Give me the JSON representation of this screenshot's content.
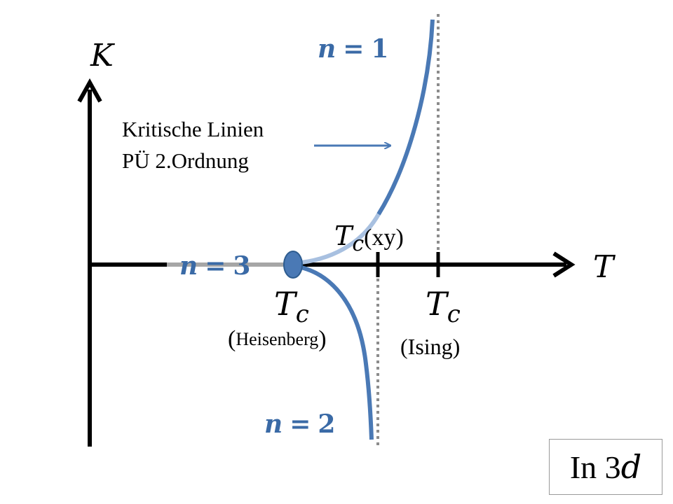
{
  "axes": {
    "y_label": "K",
    "x_label": "T"
  },
  "curves": {
    "n1": {
      "label_var": "n",
      "label_eq": "=",
      "label_val": "1"
    },
    "n2": {
      "label_var": "n",
      "label_eq": "=",
      "label_val": "2"
    },
    "n3": {
      "label_var": "n",
      "label_eq": "=",
      "label_val": "3"
    }
  },
  "annotation": {
    "line1": "Kritische Linien",
    "line2": "PÜ 2.Ordnung"
  },
  "critical_points": {
    "heisenberg": {
      "symbol": "T",
      "subscript": "c",
      "name": "Heisenberg",
      "open": "(",
      "close": ")"
    },
    "xy": {
      "symbol": "T",
      "subscript": "c",
      "name": "xy",
      "open": "(",
      "close": ")"
    },
    "ising": {
      "symbol": "T",
      "subscript": "c",
      "name": "Ising",
      "open": "(",
      "close": ")"
    }
  },
  "dimension_box": {
    "prefix": "In 3",
    "var": "d"
  },
  "colors": {
    "curve": "#4a79b5",
    "curve_light": "#a8c0e0",
    "n3_segment": "#a6a6a6",
    "axis": "#000000",
    "asymptote": "#8c8c8c",
    "label_blue": "#3a6aa6"
  }
}
